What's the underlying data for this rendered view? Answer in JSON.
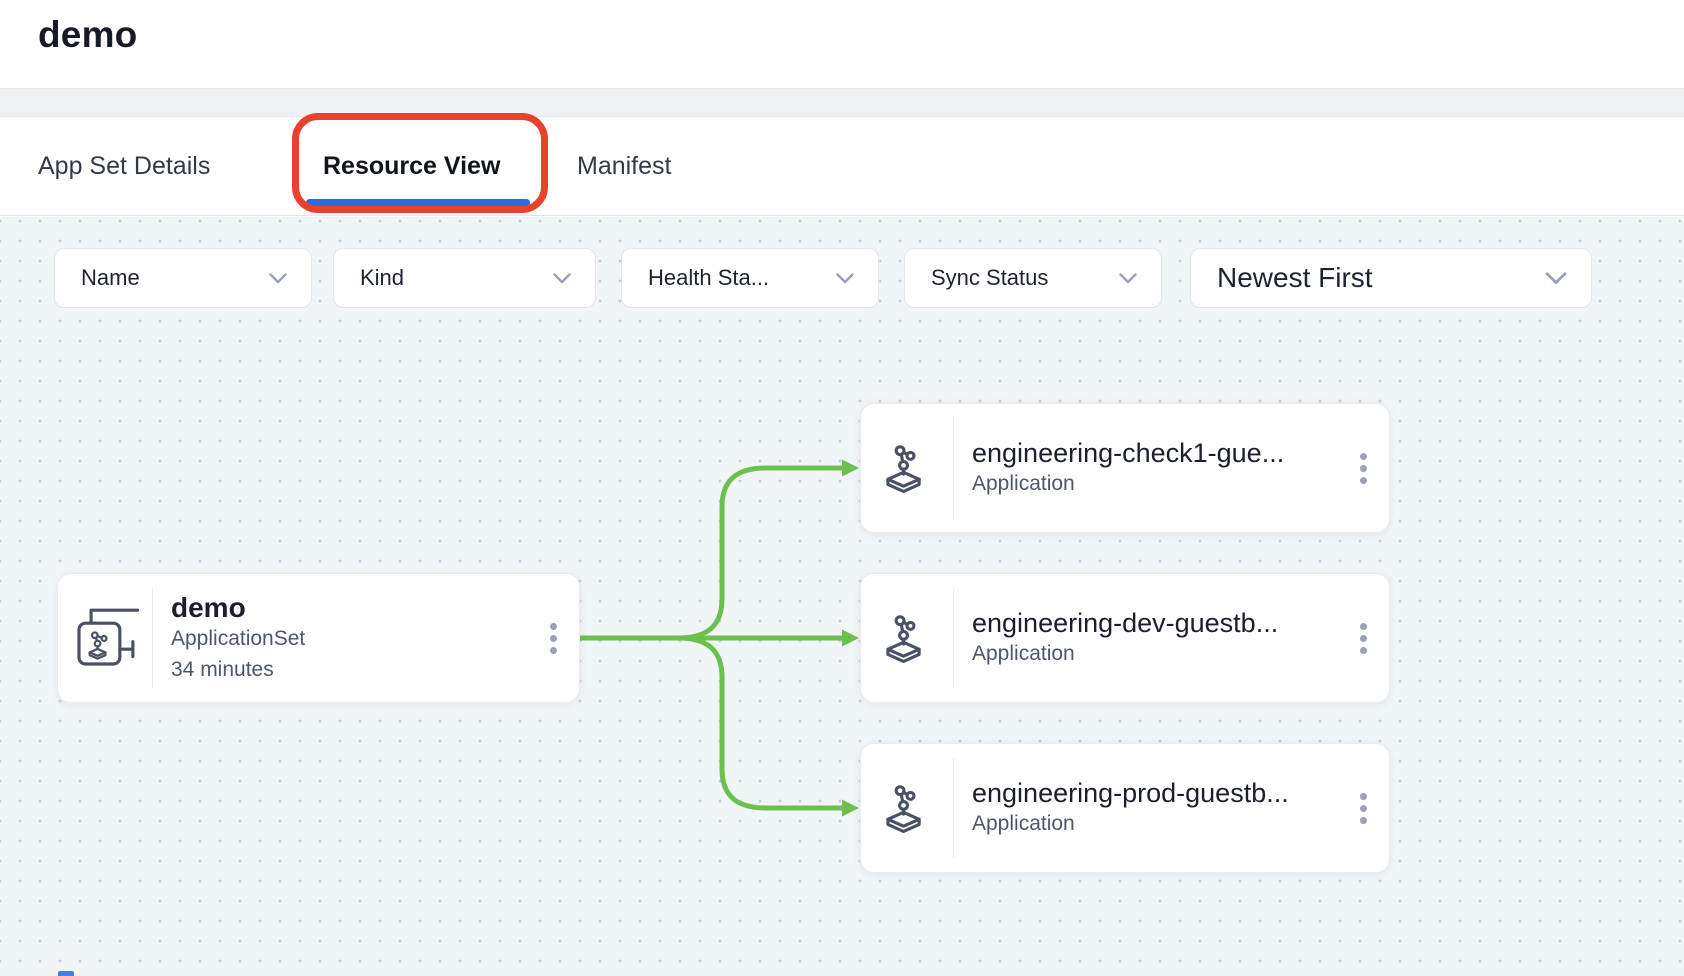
{
  "page": {
    "title": "demo"
  },
  "tabs": {
    "app_set_details": {
      "label": "App Set Details",
      "active": false
    },
    "resource_view": {
      "label": "Resource View",
      "active": true
    },
    "manifest": {
      "label": "Manifest",
      "active": false
    }
  },
  "annotation": {
    "shape": "rounded-rectangle-highlight",
    "around": "Resource View tab",
    "color": "#e8432a"
  },
  "filters": {
    "name": {
      "label": "Name"
    },
    "kind": {
      "label": "Kind"
    },
    "health": {
      "label": "Health Sta..."
    },
    "sync": {
      "label": "Sync Status"
    },
    "sort": {
      "label": "Newest First"
    }
  },
  "graph": {
    "root": {
      "title": "demo",
      "kind": "ApplicationSet",
      "age": "34 minutes"
    },
    "children": [
      {
        "title": "engineering-check1-gue...",
        "kind": "Application"
      },
      {
        "title": "engineering-dev-guestb...",
        "kind": "Application"
      },
      {
        "title": "engineering-prod-guestb...",
        "kind": "Application"
      }
    ]
  },
  "colors": {
    "edge_green": "#6cc04d",
    "annotation_red": "#e8432a",
    "active_tab_underline": "#3069e0",
    "canvas_background": "#f0f5f8",
    "canvas_dots": "#c5ccd7"
  },
  "icons": {
    "root_icon": "applicationset-icon",
    "child_icon": "application-icon",
    "menu_icon": "kebab-menu-icon",
    "dropdown_icon": "chevron-down-icon"
  }
}
